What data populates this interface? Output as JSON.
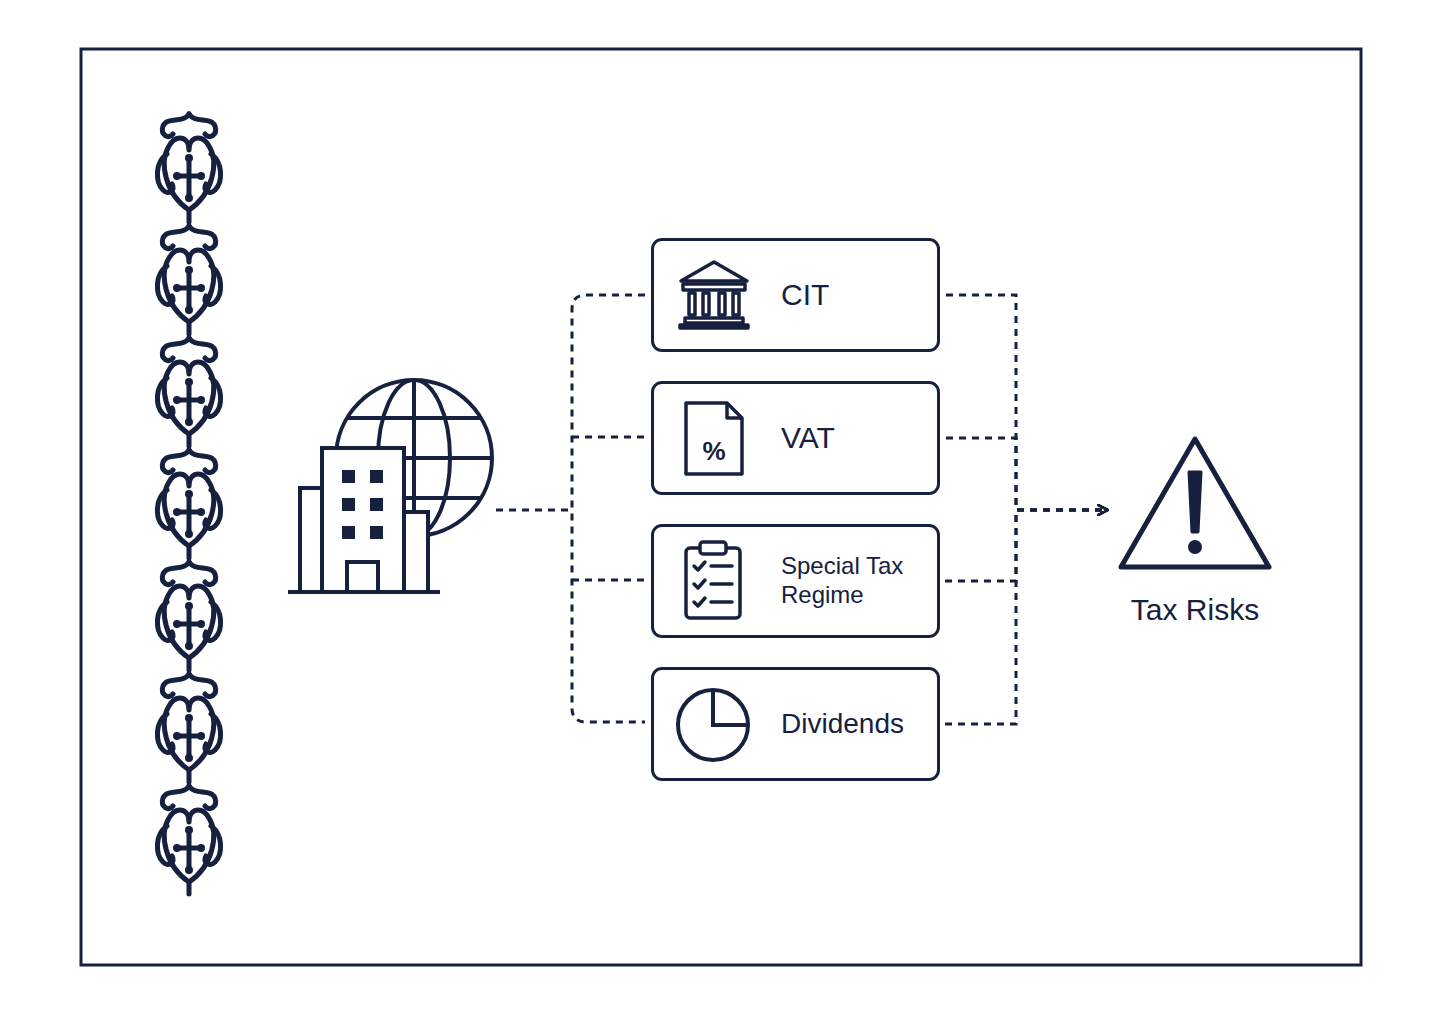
{
  "diagram": {
    "nodes": [
      {
        "text": [
          "CIT"
        ]
      },
      {
        "text": [
          "VAT"
        ]
      },
      {
        "text": [
          "Special Tax Regime"
        ]
      },
      {
        "text": [
          "Dividends"
        ]
      },
      {
        "text": [
          "Tax Risks"
        ]
      }
    ],
    "edges": [
      {
        "from": 0,
        "to": 4,
        "arrow": "to"
      },
      {
        "from": 1,
        "to": 4,
        "arrow": "to"
      },
      {
        "from": 2,
        "to": 4,
        "arrow": "to"
      },
      {
        "from": 3,
        "to": 4,
        "arrow": "to"
      }
    ],
    "labels": [
      "%"
    ]
  }
}
